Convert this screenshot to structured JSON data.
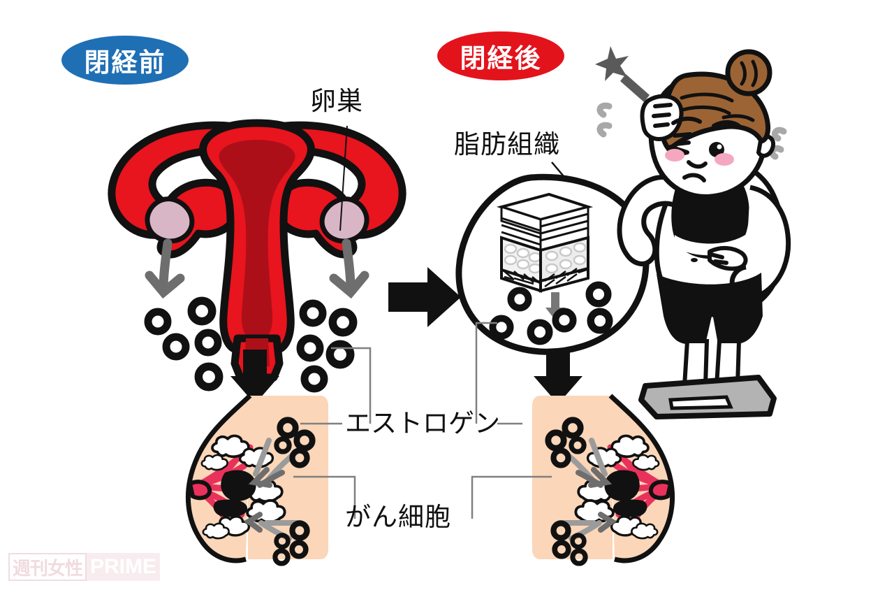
{
  "diagram": {
    "title_pre": "閉経前",
    "title_post": "閉経後",
    "labels": {
      "ovary": "卵巣",
      "fat_tissue": "脂肪組織",
      "estrogen": "エストロゲン",
      "cancer_cell": "がん細胞"
    },
    "watermark": {
      "jp": "週刊女性",
      "en": "PRIME"
    },
    "colors": {
      "pre_badge": "#1f6fb5",
      "post_badge": "#e3131c",
      "uterus_body": "#e8141e",
      "uterus_cavity": "#ad0f18",
      "ovary_fill": "#d9b6c6",
      "breast_skin": "#fbd6b8",
      "duct_pink": "#e8325c",
      "tumor": "#000000",
      "outline": "#111111",
      "arrow_gray": "#808080",
      "leader_line": "#808080",
      "hair_brown": "#9c6434",
      "cheek_pink": "#f4a8c0",
      "scale_gray": "#b3b3b3",
      "sweat_gray": "#5a5a5a"
    },
    "icons": {
      "estrogen_ring": "ring-icon",
      "flow_arrow_right": "arrow-right-icon",
      "flow_arrow_down": "arrow-down-icon",
      "ovary_arrow": "curved-arrow-icon",
      "sparkle": "sparkle-icon"
    }
  }
}
